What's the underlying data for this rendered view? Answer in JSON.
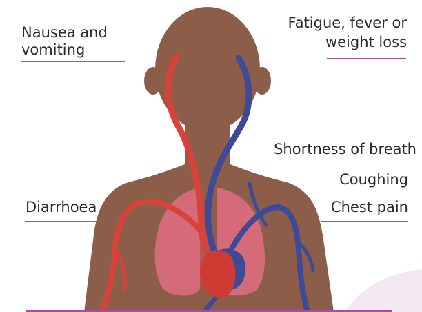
{
  "labels": {
    "nausea_line1": "Nausea and",
    "nausea_line2": "vomiting",
    "fatigue_line1": "Fatigue, fever or",
    "fatigue_line2": "weight loss",
    "shortness": "Shortness of breath",
    "coughing": "Coughing",
    "diarrhoea": "Diarrhoea",
    "chest_pain": "Chest pain"
  },
  "colors": {
    "skin": "#8c5e4a",
    "lung": "#d56b78",
    "lung_dark": "#c85766",
    "heart": "#cf3a33",
    "artery": "#d8423a",
    "vein": "#3f4a97",
    "accent_line": "#a5519d",
    "corner_glow": "#f0e6f1"
  },
  "icons": {
    "figure": "human-silhouette-icon",
    "lungs": "lungs-icon",
    "heart": "heart-icon"
  }
}
